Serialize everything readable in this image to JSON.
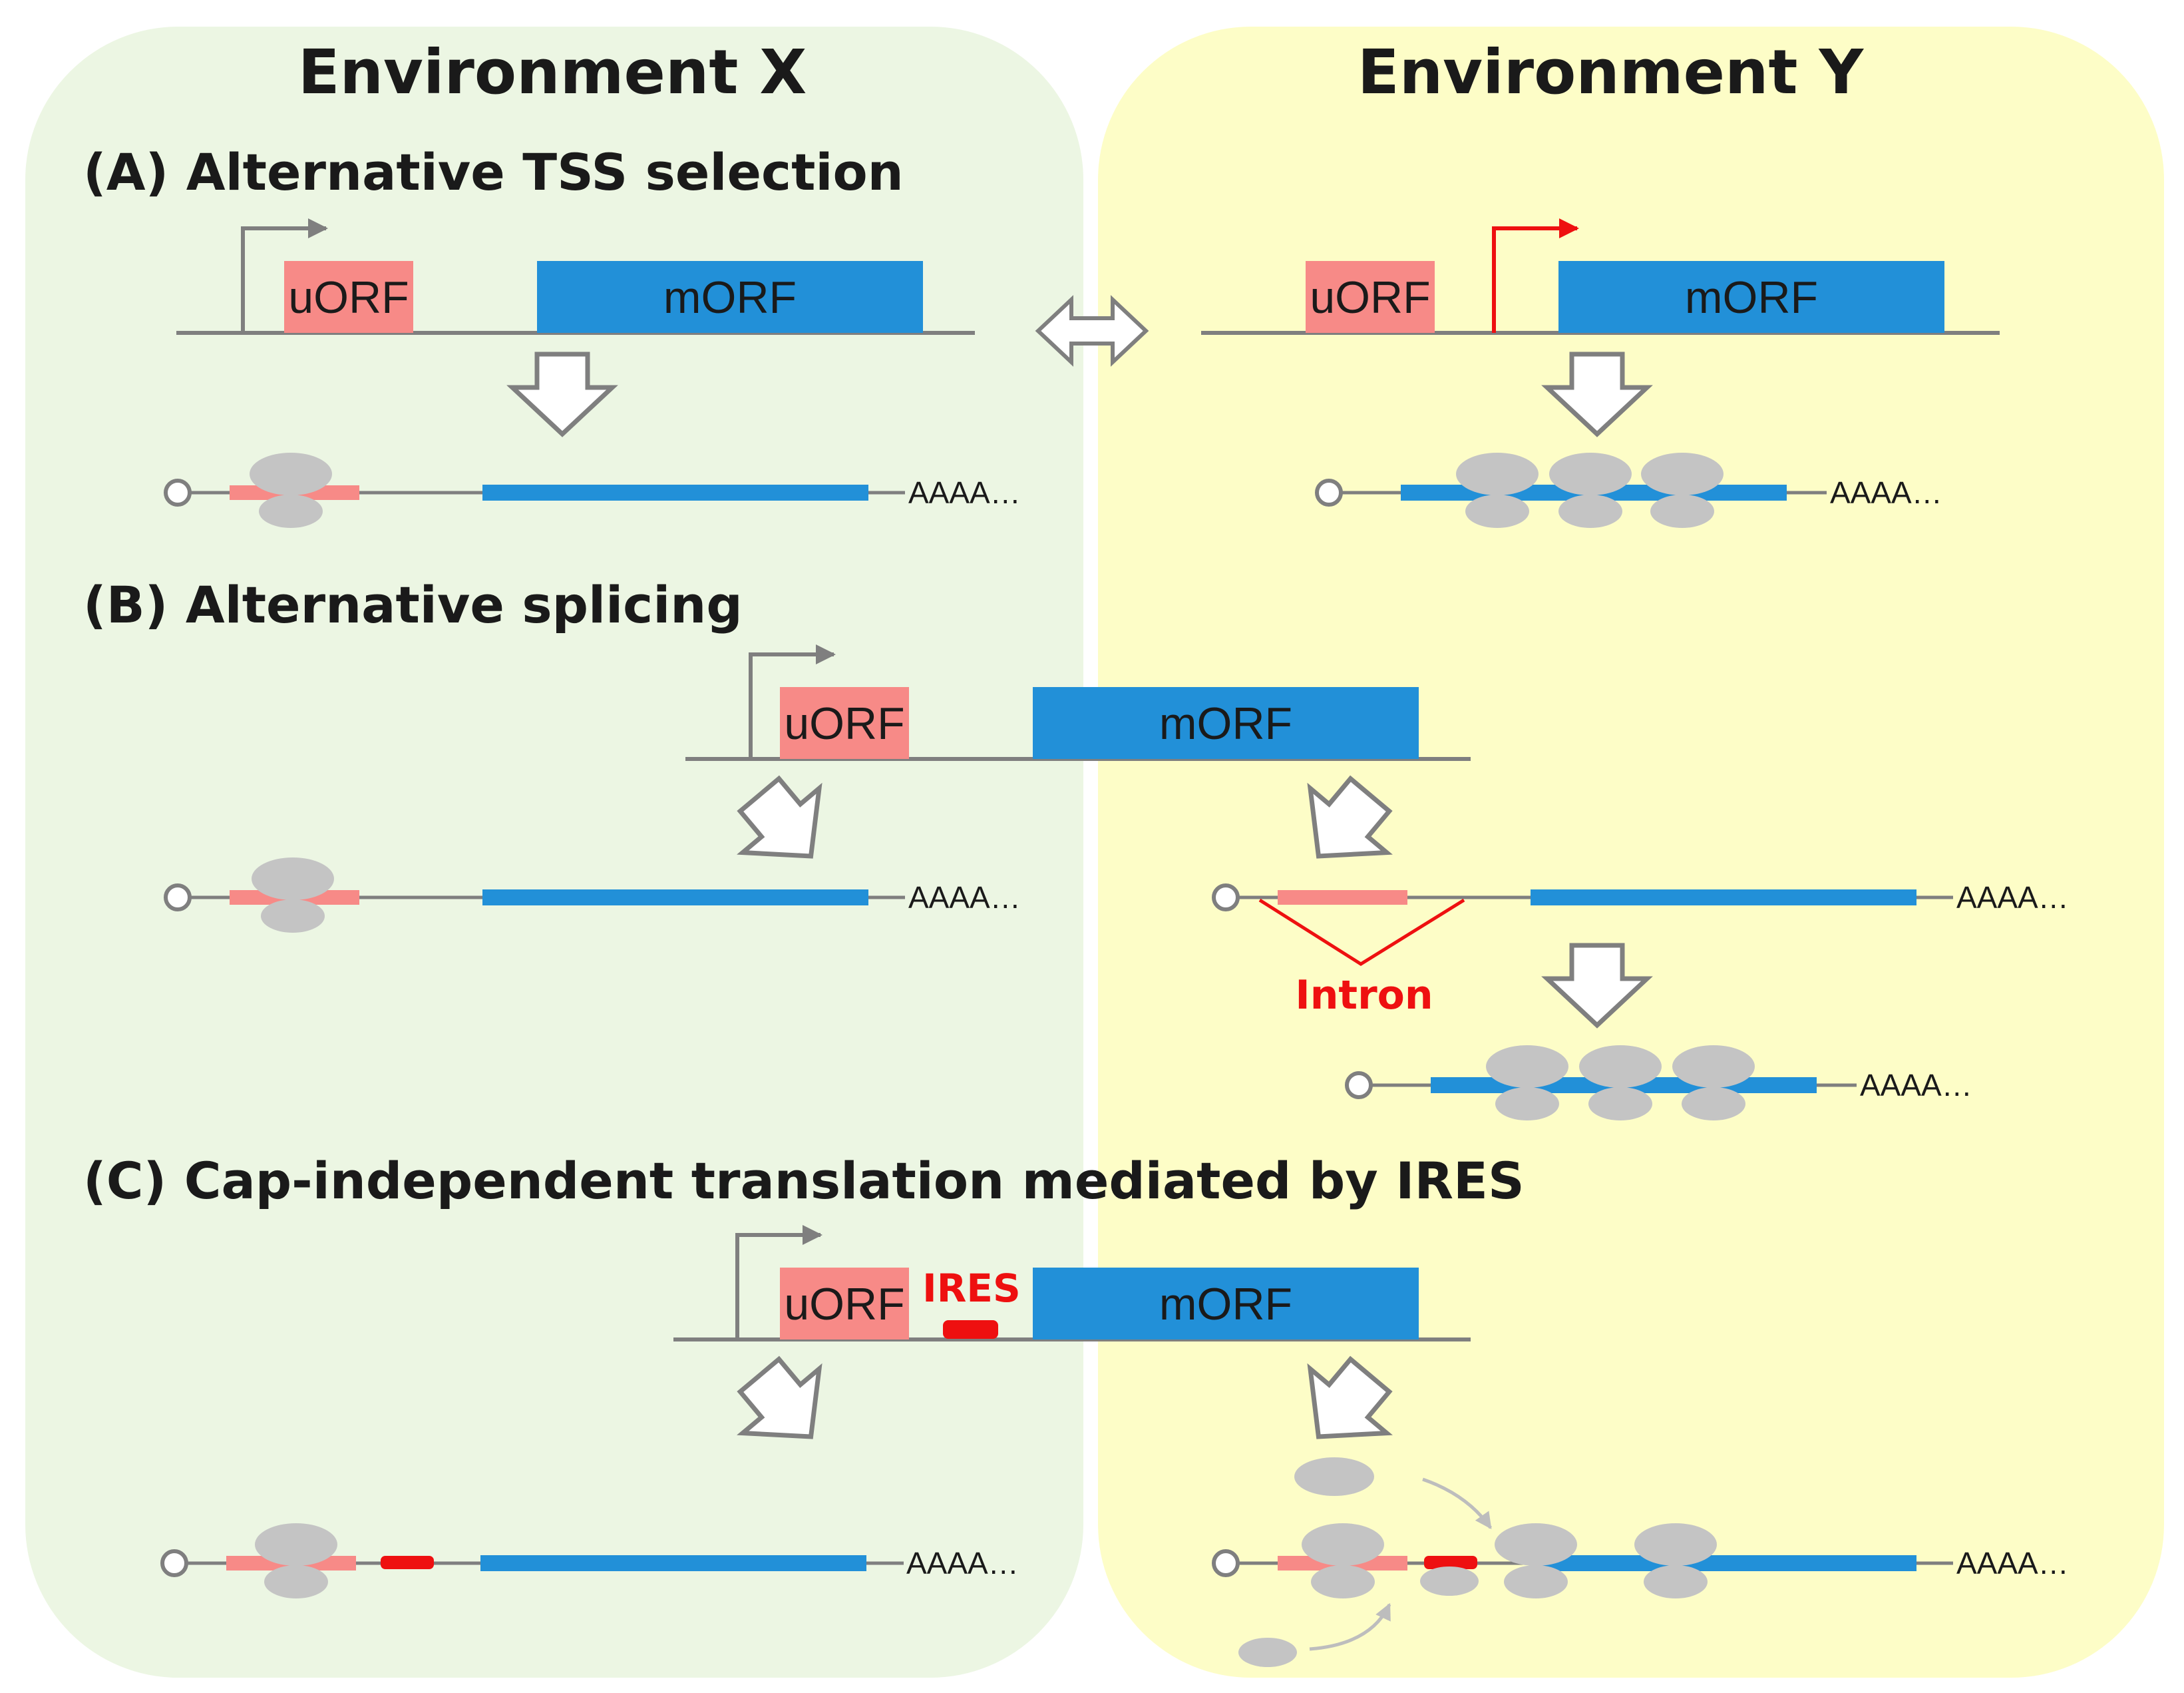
{
  "env_x": {
    "title": "Environment X"
  },
  "env_y": {
    "title": "Environment Y"
  },
  "sections": {
    "a": {
      "title": "(A) Alternative TSS selection"
    },
    "b": {
      "title": "(B) Alternative splicing"
    },
    "c": {
      "title": "(C) Cap-independent translation mediated by IRES"
    }
  },
  "labels": {
    "uorf": "uORF",
    "morf": "mORF",
    "polya": "AAAA…",
    "intron": "Intron",
    "ires": "IRES"
  },
  "colors": {
    "env_x_bg": "#ecf6e3",
    "env_y_bg": "#fdfdc7",
    "uorf": "#f78a87",
    "morf": "#2290d8",
    "line": "#7f7f7f",
    "ribosome": "#c4c4c4",
    "highlight": "#ee1010"
  },
  "icons": {
    "double_arrow": "left-right-arrow-icon",
    "down_arrow": "down-arrow-icon",
    "tss": "tss-arrow-icon"
  }
}
